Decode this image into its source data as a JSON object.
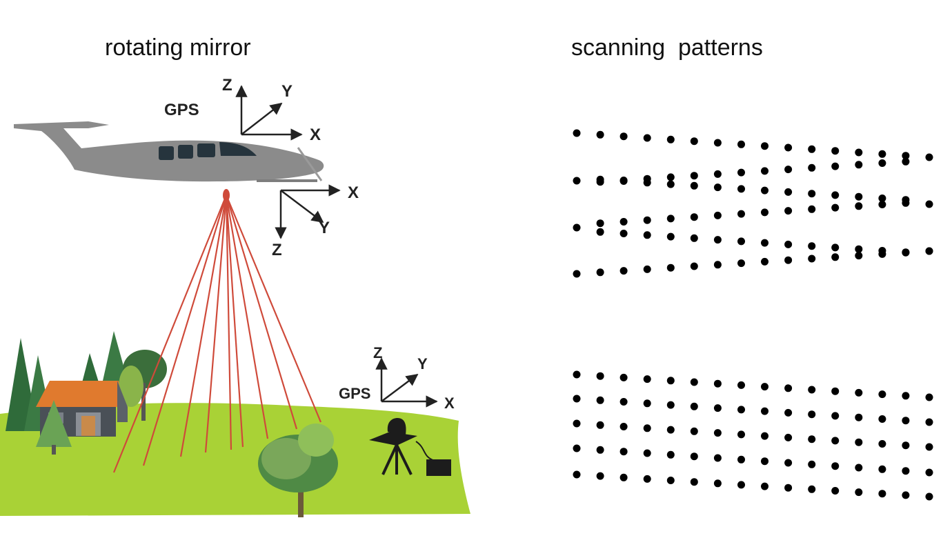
{
  "titles": {
    "left": "rotating mirror",
    "right": "scanning  patterns"
  },
  "aircraft_frame": {
    "label": "GPS",
    "axes": [
      "Z",
      "Y",
      "X"
    ]
  },
  "sensor_frame": {
    "axes": [
      "X",
      "Y",
      "Z"
    ]
  },
  "ground_frame": {
    "label": "GPS",
    "axes": [
      "Z",
      "Y",
      "X"
    ]
  },
  "colors": {
    "laser": "#cf4a3a",
    "ground": "#a9d236",
    "plane": "#8b8b8b",
    "roof": "#e07a2e",
    "tree_dark": "#2f6b3a",
    "tree_light": "#5a8f4c",
    "dots": "#000000"
  },
  "icons": [
    "airplane-icon",
    "house-icon",
    "tree-icon",
    "gps-receiver-icon",
    "laser-beam-icon"
  ],
  "scanning_patterns": [
    {
      "name": "zigzag",
      "rows": 4,
      "columns": 16
    },
    {
      "name": "parallel",
      "rows": 5,
      "columns": 16
    }
  ]
}
